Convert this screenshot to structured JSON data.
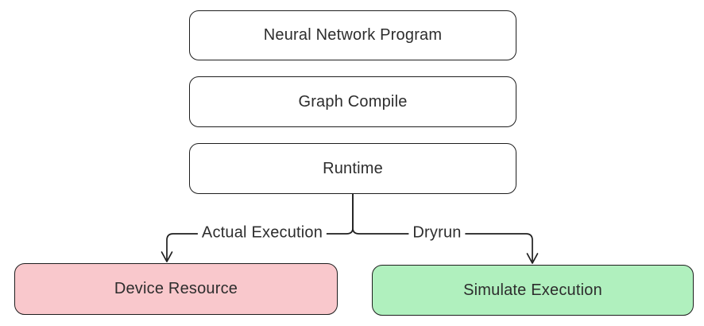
{
  "diagram": {
    "background_color": "#ffffff",
    "stroke_color": "#1e1e1e",
    "text_color": "#2d2d2d",
    "nodes": [
      {
        "id": "neural-network-program",
        "label": "Neural Network Program",
        "fill": "#ffffff"
      },
      {
        "id": "graph-compile",
        "label": "Graph Compile",
        "fill": "#ffffff"
      },
      {
        "id": "runtime",
        "label": "Runtime",
        "fill": "#ffffff"
      },
      {
        "id": "device-resource",
        "label": "Device Resource",
        "fill": "#f9c8cc"
      },
      {
        "id": "simulate-execution",
        "label": "Simulate Execution",
        "fill": "#b0f0be"
      }
    ],
    "edges": [
      {
        "from": "runtime",
        "to": "device-resource",
        "label": "Actual Execution"
      },
      {
        "from": "runtime",
        "to": "simulate-execution",
        "label": "Dryrun"
      }
    ]
  }
}
